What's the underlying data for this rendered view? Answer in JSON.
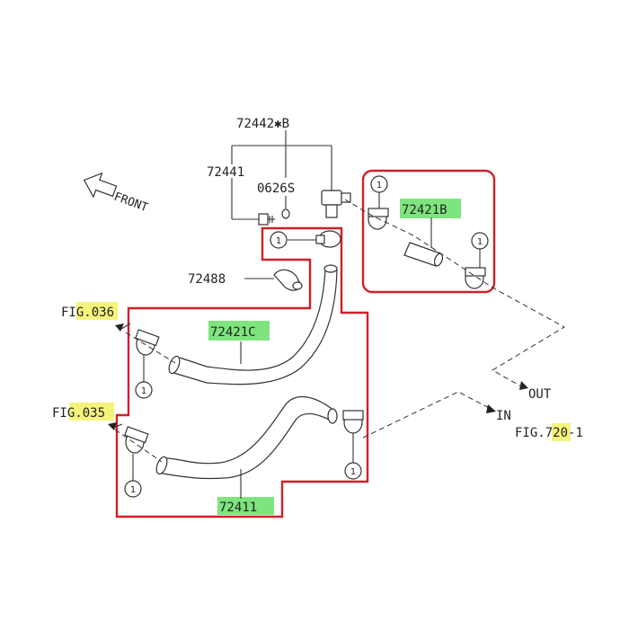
{
  "labels": {
    "p72442b": "72442✱B",
    "p72441": "72441",
    "p0626s": "0626S",
    "p72488": "72488",
    "p72421b": "72421B",
    "p72421c": "72421C",
    "p72411": "72411",
    "fig036_a": "FI",
    "fig036_b": "G.036",
    "fig035_a": "FI",
    "fig035_b": "G.035",
    "fig720_a": "FIG.7",
    "fig720_b": "2",
    "fig720_c": "0-1",
    "out": "OUT",
    "in": "IN",
    "front": "FRONT",
    "callout": "1"
  },
  "colors": {
    "highlight_green": "#7ee57e",
    "highlight_yellow": "#f4f47c",
    "outline_red": "#d0202a",
    "line": "#333333"
  },
  "icons": {
    "front_arrow": "front-arrow-icon",
    "clamp": "hose-clamp-icon"
  }
}
